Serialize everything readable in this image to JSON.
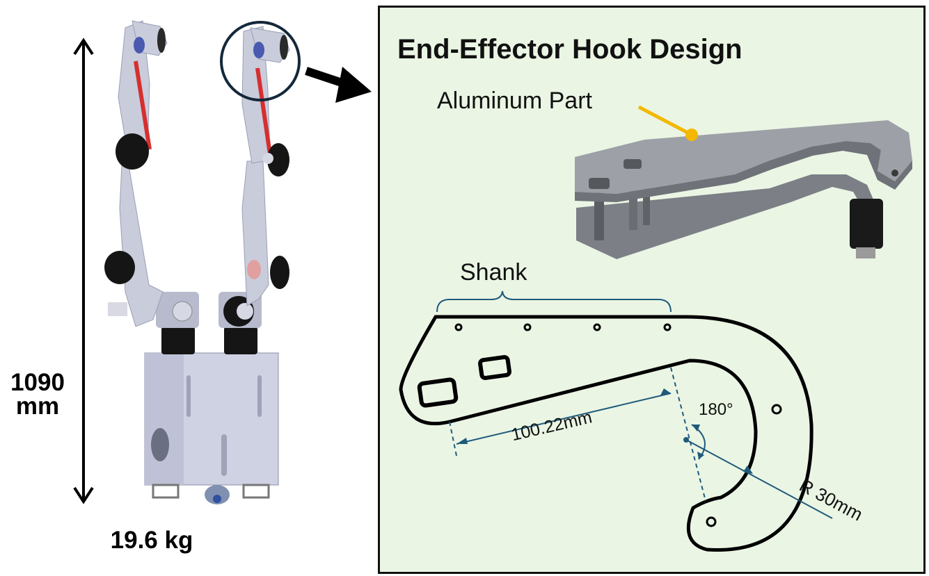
{
  "left": {
    "height_value": "1090",
    "height_unit": "mm",
    "weight": "19.6 kg"
  },
  "panel": {
    "title": "End-Effector Hook Design",
    "part_label": "Aluminum Part",
    "shank_label": "Shank",
    "length_dim": "100.22mm",
    "angle_dim": "180°",
    "radius_dim": "R 30mm"
  },
  "colors": {
    "panel_bg": "#eaf5e4",
    "dimension_lines": "#1f5a7a",
    "leader": "#f4b800",
    "robot_body": "#c9ccdb",
    "cable": "#d62f2f"
  }
}
